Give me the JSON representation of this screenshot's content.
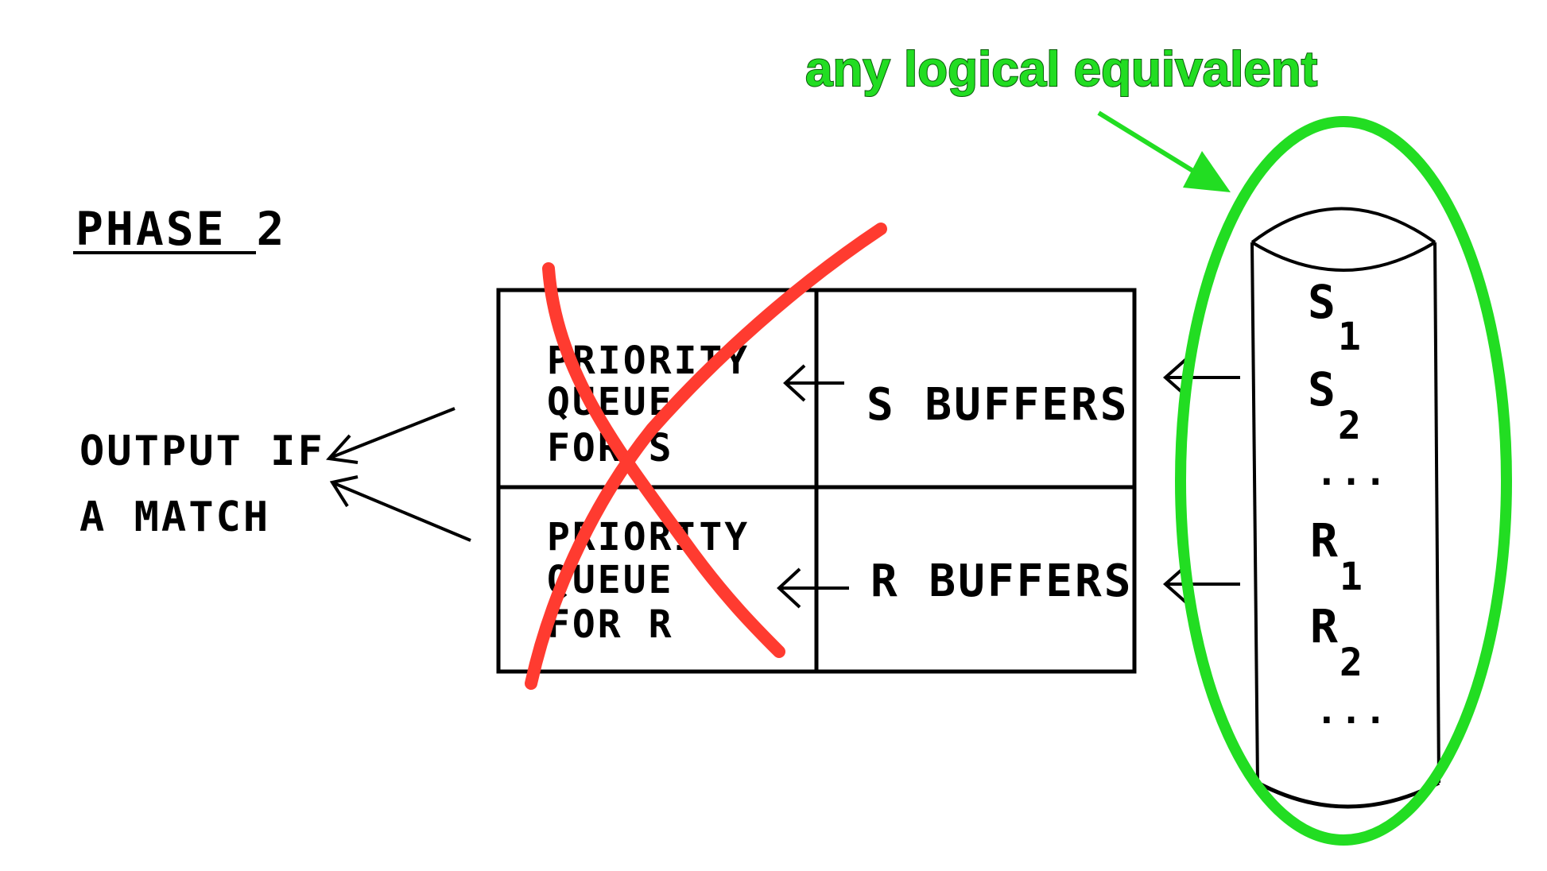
{
  "diagram": {
    "phase_label": "PHASE 2",
    "output_line1": "OUTPUT IF",
    "output_line2": "A MATCH",
    "pq_s": [
      "PRIORITY",
      "QUEUE",
      "FOR S"
    ],
    "pq_r": [
      "PRIORITY",
      "QUEUE",
      "FOR R"
    ],
    "s_buffers": "S BUFFERS",
    "r_buffers": "R BUFFERS",
    "disk": {
      "s1_letter": "S",
      "s1_sub": "1",
      "s2_letter": "S",
      "s2_sub": "2",
      "s_ellipsis": "...",
      "r1_letter": "R",
      "r1_sub": "1",
      "r2_letter": "R",
      "r2_sub": "2",
      "r_ellipsis": "..."
    }
  },
  "annotation": {
    "text": "any logical equivalent",
    "color": "#22dd22",
    "strike_color": "#ff3b30"
  }
}
